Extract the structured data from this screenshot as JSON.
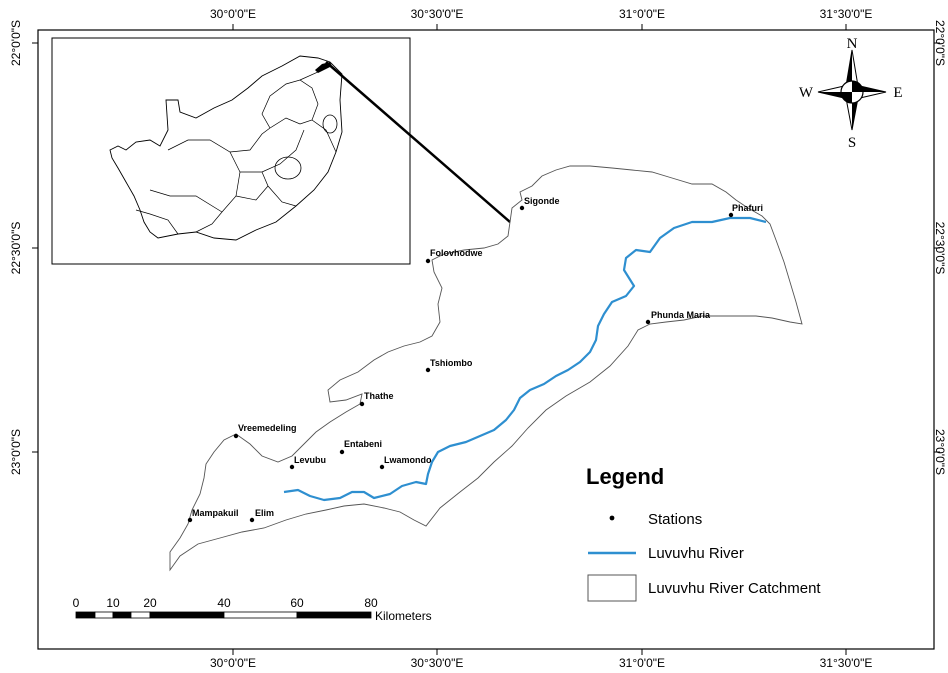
{
  "graticule": {
    "top_labels": [
      "30°0'0\"E",
      "30°30'0\"E",
      "31°0'0\"E",
      "31°30'0\"E"
    ],
    "bottom_labels": [
      "30°0'0\"E",
      "30°30'0\"E",
      "31°0'0\"E",
      "31°30'0\"E"
    ],
    "left_labels": [
      "22°0'0\"S",
      "22°30'0\"S",
      "23°0'0\"S"
    ],
    "right_labels": [
      "22°0'0\"S",
      "22°30'0\"S",
      "23°0'0\"S"
    ]
  },
  "stations": [
    {
      "name": "Sigonde"
    },
    {
      "name": "Phafuri"
    },
    {
      "name": "Folovhodwe"
    },
    {
      "name": "Phunda Maria"
    },
    {
      "name": "Tshiombo"
    },
    {
      "name": "Thathe"
    },
    {
      "name": "Vreemedeling"
    },
    {
      "name": "Entabeni"
    },
    {
      "name": "Levubu"
    },
    {
      "name": "Lwamondo"
    },
    {
      "name": "Mampakuil"
    },
    {
      "name": "Elim"
    }
  ],
  "legend": {
    "title": "Legend",
    "stations": "Stations",
    "river": "Luvuvhu River",
    "catchment": "Luvuvhu River Catchment"
  },
  "scale_bar": {
    "ticks": [
      "0",
      "10",
      "20",
      "40",
      "60",
      "80"
    ],
    "unit": "Kilometers"
  },
  "north_arrow": {
    "n": "N",
    "s": "S",
    "e": "E",
    "w": "W"
  },
  "colors": {
    "river": "#2e8fd0",
    "frame": "#000000",
    "outline": "#555555"
  }
}
